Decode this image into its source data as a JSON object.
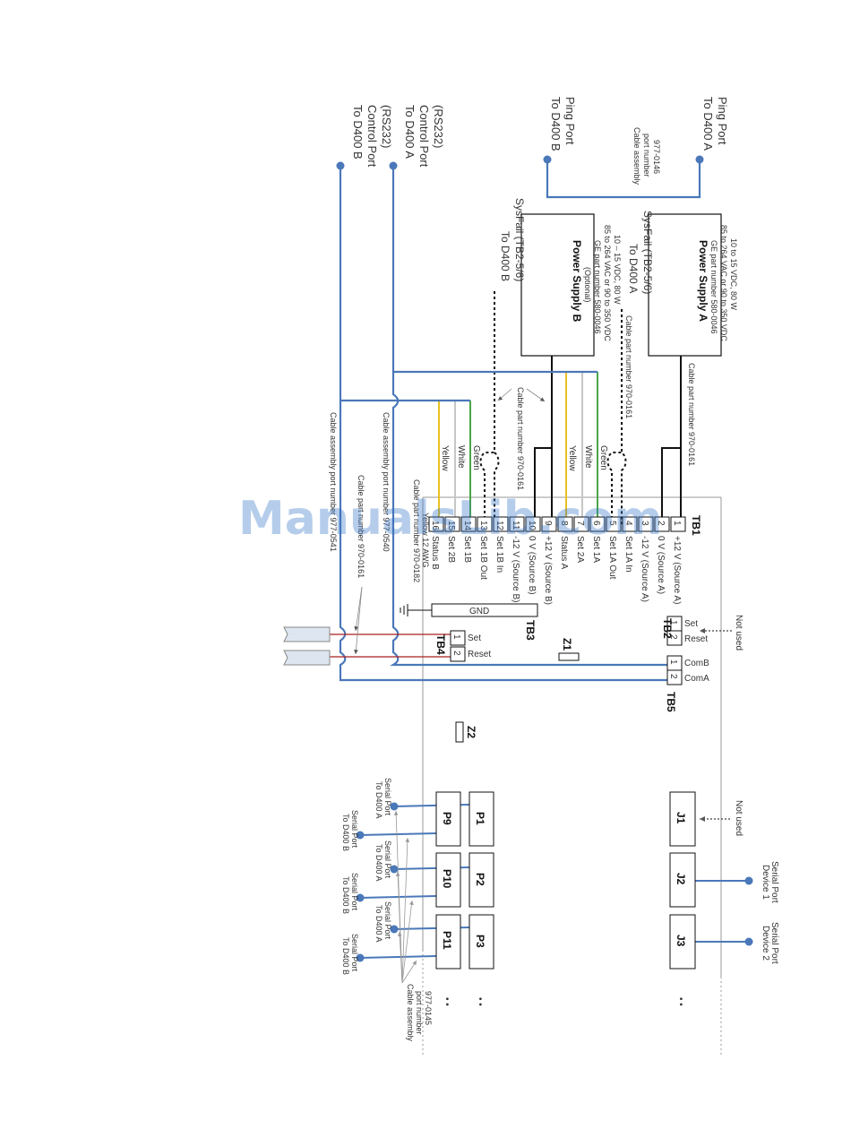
{
  "colors": {
    "blue": "#4a78b9",
    "black": "#111111",
    "yellow": "#e8c020",
    "white_wire": "#c6c6c6",
    "green": "#4aa54a",
    "red": "#aa1f1f",
    "watermark": "#2f72c8"
  },
  "watermark": "ManualsLib.com",
  "top_labels": {
    "d400a_ping": [
      "To D400 A",
      "Ping Port"
    ],
    "d400b_ping": [
      "To D400 B",
      "Ping Port"
    ],
    "ping_cable": [
      "Cable assembly",
      "port number",
      "977-0146"
    ],
    "d400a_control": [
      "To D400 A",
      "Control Port",
      "(RS232)"
    ],
    "d400b_control": [
      "To D400 B",
      "Control Port",
      "(RS232)"
    ]
  },
  "power_supply_a": {
    "title": "Power Supply A",
    "lines": [
      "GE part number 580-0046",
      "85 to 264 VAC or 90 to 350 VDC",
      "10 to 15 VDC, 80 W"
    ]
  },
  "power_supply_b": {
    "title": "Power Supply B",
    "lines": [
      "(Optional)",
      "GE part number 580-0046",
      "85 to 264 VAC or 90 to 350 VDC",
      "10 – 15 VDC, 80 W"
    ]
  },
  "sysfail_a": [
    "To D400 A",
    "SysFail (TB2-5/6)"
  ],
  "sysfail_b": [
    "To D400 B",
    "SysFail (TB2-5/6)"
  ],
  "cable_labels": {
    "tb1_a": "Cable part number 970-0161",
    "sysfail_a": "Cable part number 970-0161",
    "sysfail_b": "Cable part number 970-0161",
    "ps_b_arrow": "Cable part number 970-0161",
    "gnd_cable": [
      "Cable part number 970-0182",
      "Yellow 12 AWG"
    ],
    "control_a": "Cable assembly port number 977-0540",
    "control_b": "Cable assembly port number 977-0541",
    "tb4_cable": "Cable part number 970-0161",
    "serial_cable": [
      "Cable assembly",
      "port number",
      "977-0145"
    ]
  },
  "wire_colors": {
    "green": "Green",
    "white": "White",
    "yellow": "Yellow"
  },
  "tb1": {
    "label": "TB1",
    "terminals": [
      {
        "num": "1",
        "label": "+12 V (Source A)"
      },
      {
        "num": "2",
        "label": "0 V (Source A)"
      },
      {
        "num": "3",
        "label": "-12 V (Source A)"
      },
      {
        "num": "4",
        "label": "Set 1A In"
      },
      {
        "num": "5",
        "label": "Set 1A Out"
      },
      {
        "num": "6",
        "label": "Set 1A"
      },
      {
        "num": "7",
        "label": "Set 2A"
      },
      {
        "num": "8",
        "label": "Status A"
      },
      {
        "num": "9",
        "label": "+12 V (Source B)"
      },
      {
        "num": "10",
        "label": "0 V (Source B)"
      },
      {
        "num": "11",
        "label": "-12 V (Source B)"
      },
      {
        "num": "12",
        "label": "Set 1B In"
      },
      {
        "num": "13",
        "label": "Set 1B Out"
      },
      {
        "num": "14",
        "label": "Set 1B"
      },
      {
        "num": "15",
        "label": "Set 2B"
      },
      {
        "num": "16",
        "label": "Status B"
      }
    ]
  },
  "tb2": {
    "label": "TB2",
    "terminals": [
      {
        "num": "1",
        "label": "Set"
      },
      {
        "num": "2",
        "label": "Reset"
      }
    ],
    "note": "Not used"
  },
  "tb3": {
    "label": "TB3",
    "gnd": "GND"
  },
  "tb4": {
    "label": "TB4",
    "terminals": [
      {
        "num": "1",
        "label": "Set"
      },
      {
        "num": "2",
        "label": "Reset"
      }
    ]
  },
  "tb5": {
    "label": "TB5",
    "terminals": [
      {
        "num": "1",
        "label": "ComB"
      },
      {
        "num": "2",
        "label": "ComA"
      }
    ]
  },
  "z1": "Z1",
  "z2": "Z2",
  "j_ports": [
    "J1",
    "J2",
    "J3"
  ],
  "j1_note": "Not used",
  "devices": [
    [
      "Device 1",
      "Serial Port"
    ],
    [
      "Device 2",
      "Serial Port"
    ]
  ],
  "p_top": [
    "P1",
    "P2",
    "P3"
  ],
  "p_bottom": [
    "P9",
    "P10",
    "P11"
  ],
  "serial_a": [
    "To D400 A",
    "Serial Port"
  ],
  "serial_b": [
    "To D400 B",
    "Serial Port"
  ],
  "ellipsis": "• •"
}
